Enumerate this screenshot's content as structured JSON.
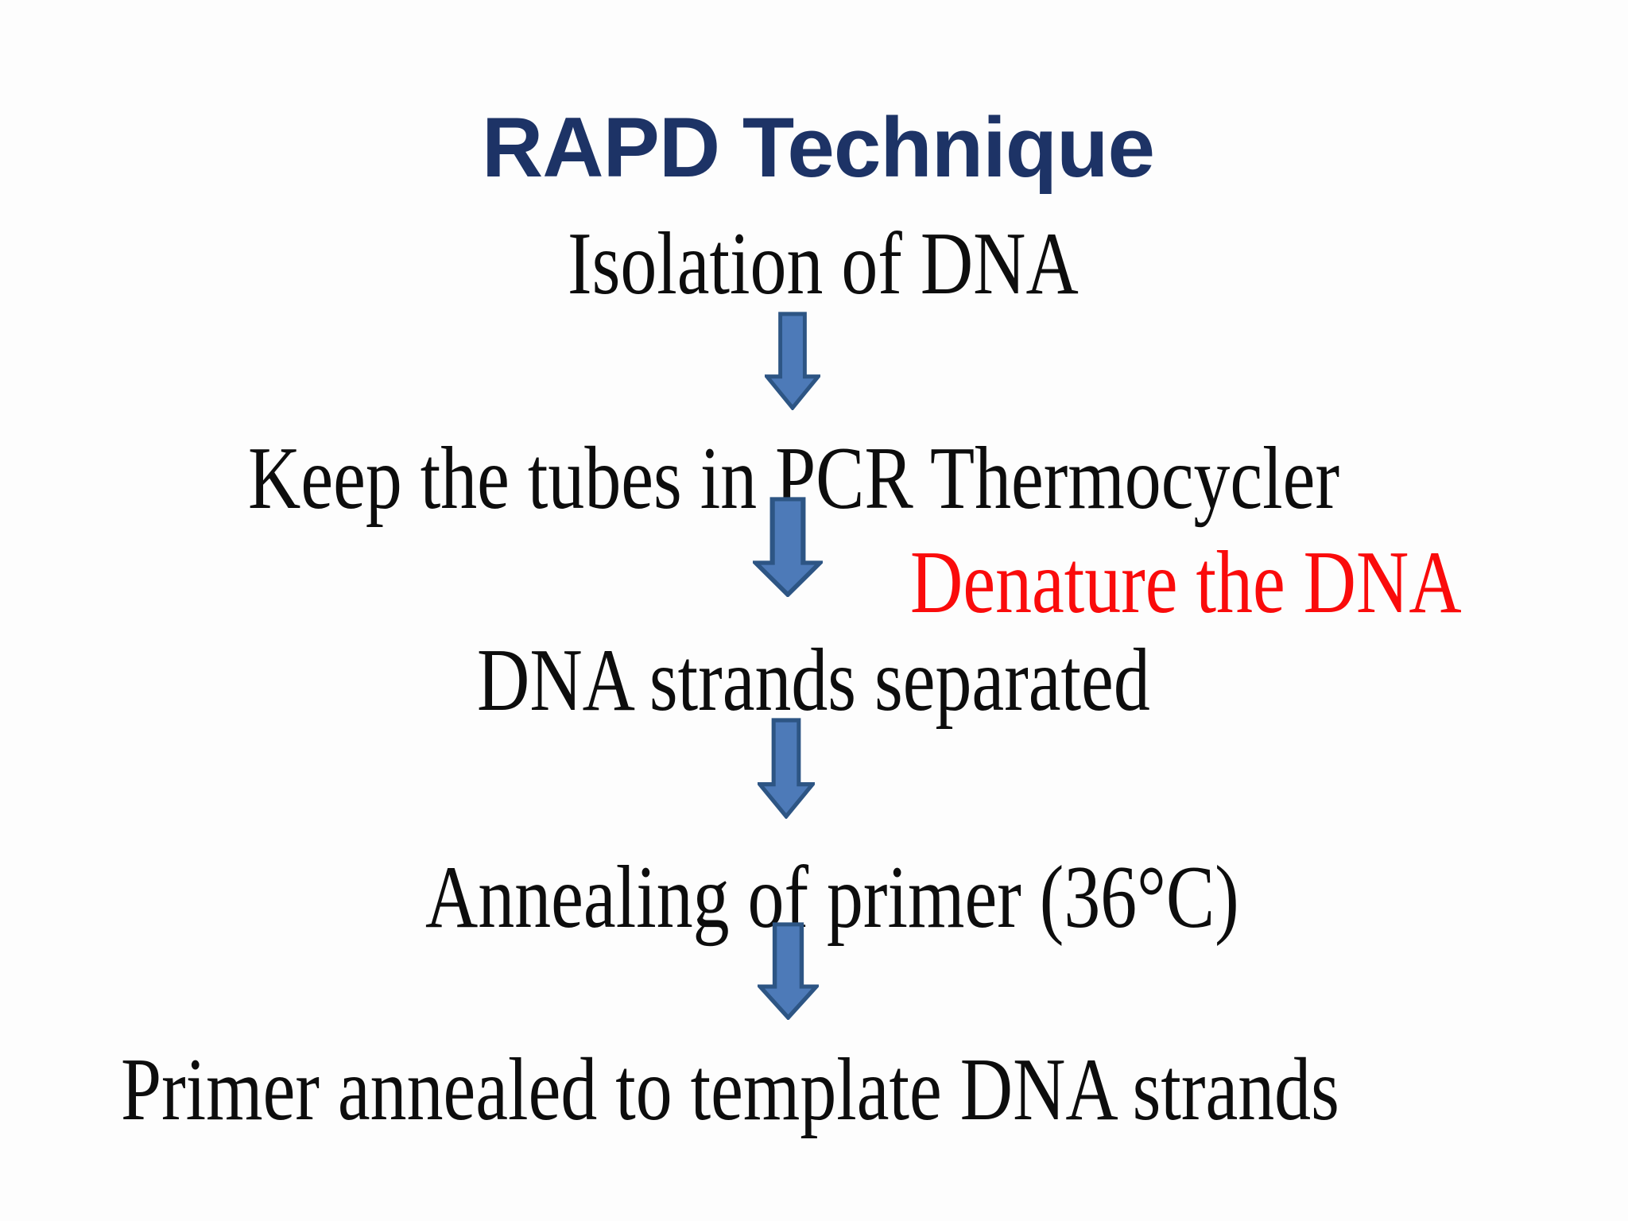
{
  "slide": {
    "background_color": "#fdfdfd",
    "body_text_color": "#0d0d0d",
    "highlight_text_color": "#fa0b0b",
    "title": {
      "text": "RAPD Technique",
      "color": "#1d3366"
    },
    "arrow_icon": {
      "glyph": "down-arrow",
      "fill": "#4d7ab8",
      "stroke": "#2d5584"
    },
    "steps": [
      {
        "text": "Isolation of DNA"
      },
      {
        "text": "Keep the tubes in PCR Thermocycler"
      },
      {
        "text": "Denature the DNA",
        "highlight": true
      },
      {
        "text": "DNA strands separated"
      },
      {
        "text": "Annealing of primer (36°C)"
      },
      {
        "text": "Primer annealed to template DNA strands"
      }
    ]
  }
}
